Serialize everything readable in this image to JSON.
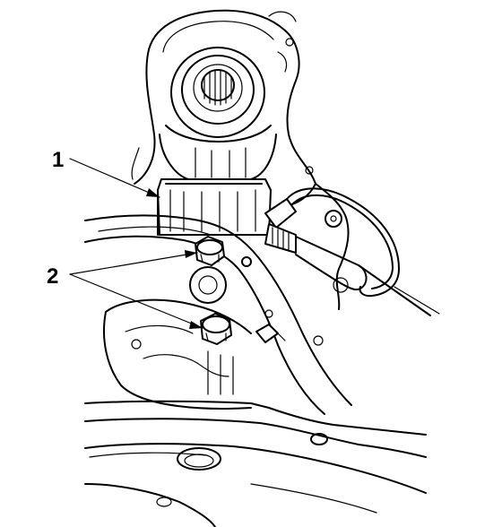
{
  "callouts": [
    {
      "id": "1",
      "label": "1"
    },
    {
      "id": "2",
      "label": "2"
    }
  ]
}
